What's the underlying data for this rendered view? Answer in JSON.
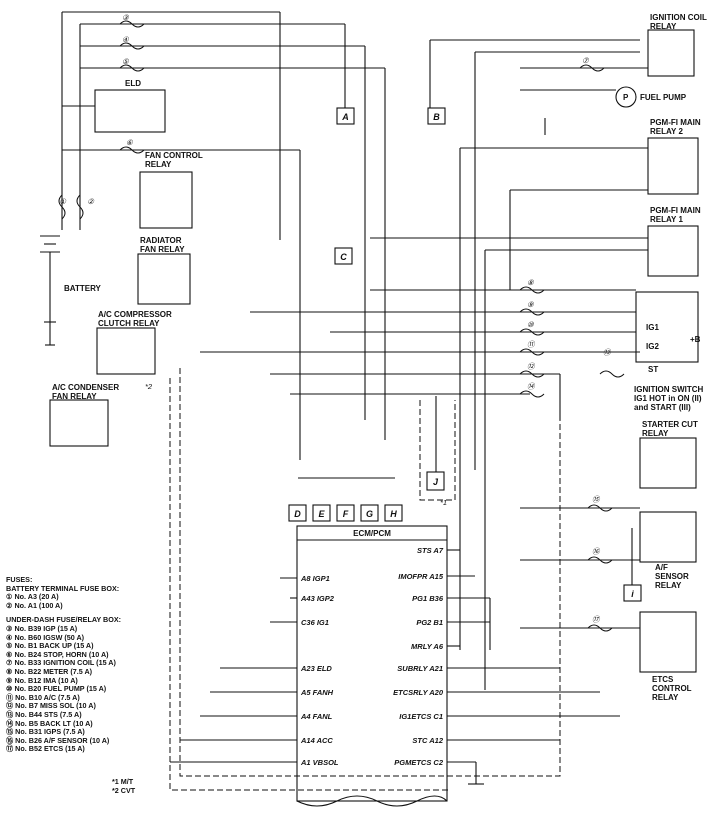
{
  "components": {
    "ignition_coil_relay": [
      "IGNITION COIL",
      "RELAY"
    ],
    "fuel_pump": "FUEL PUMP",
    "fuel_pump_symbol": "P",
    "pgm_fi_main_relay_2": [
      "PGM-FI MAIN",
      "RELAY 2"
    ],
    "pgm_fi_main_relay_1": [
      "PGM-FI MAIN",
      "RELAY 1"
    ],
    "eld": "ELD",
    "fan_control_relay": [
      "FAN CONTROL",
      "RELAY"
    ],
    "radiator_fan_relay": [
      "RADIATOR",
      "FAN RELAY"
    ],
    "battery": "BATTERY",
    "ac_compressor_clutch_relay": [
      "A/C COMPRESSOR",
      "CLUTCH RELAY"
    ],
    "ac_condenser_fan_relay": [
      "A/C CONDENSER",
      "FAN RELAY"
    ],
    "ignition_switch": [
      "IGNITION SWITCH",
      "IG1 HOT in ON (II)",
      "and START (III)"
    ],
    "ignition_switch_terminals": [
      "IG1",
      "IG2",
      "ST",
      "+B"
    ],
    "starter_cut_relay": [
      "STARTER CUT",
      "RELAY"
    ],
    "af_sensor_relay": [
      "A/F",
      "SENSOR",
      "RELAY"
    ],
    "etcs_control_relay": [
      "ETCS",
      "CONTROL",
      "RELAY"
    ],
    "ecm_pcm": "ECM/PCM"
  },
  "connectors": [
    "A",
    "B",
    "C",
    "D",
    "E",
    "F",
    "G",
    "H",
    "J",
    "i"
  ],
  "ecm_pins_left": [
    "A8 IGP1",
    "A43 IGP2",
    "C36 IG1",
    "A23 ELD",
    "A5 FANH",
    "A4 FANL",
    "A14 ACC",
    "A1 VBSOL"
  ],
  "ecm_pins_right": [
    "STS A7",
    "IMOFPR A15",
    "PG1 B36",
    "PG2 B1",
    "MRLY A6",
    "SUBRLY A21",
    "ETCSRLY A20",
    "IG1ETCS C1",
    "STC A12",
    "PGMETCS C2"
  ],
  "fuse_numbers": [
    "①",
    "②",
    "③",
    "④",
    "⑤",
    "⑥",
    "⑦",
    "⑧",
    "⑨",
    "⑩",
    "⑪",
    "⑫",
    "⑬",
    "⑭",
    "⑮",
    "⑯",
    "⑰"
  ],
  "variant_marks": [
    "*1",
    "*2"
  ],
  "legend": {
    "title": "FUSES:",
    "battery_box_title": "BATTERY TERMINAL FUSE BOX:",
    "battery_box": [
      "① No. A3 (20 A)",
      "② No. A1 (100 A)"
    ],
    "underdash_title": "UNDER-DASH FUSE/RELAY BOX:",
    "underdash": [
      "③ No. B39 IGP (15 A)",
      "④ No. B60 IGSW (50 A)",
      "⑤ No. B1 BACK UP (15 A)",
      "⑥ No. B24 STOP, HORN (10 A)",
      "⑦ No. B33 IGNITION COIL (15 A)",
      "⑧ No. B22 METER (7.5 A)",
      "⑨ No. B12 IMA (10 A)",
      "⑩ No. B20 FUEL PUMP (15 A)",
      "⑪ No. B10 A/C (7.5 A)",
      "⑫ No. B7 MISS SOL (10 A)",
      "⑬ No. B44 STS (7.5 A)",
      "⑭ No. B5 BACK LT (10 A)",
      "⑮ No. B31 IGPS (7.5 A)",
      "⑯ No. B26 A/F SENSOR (10 A)",
      "⑰ No. B52 ETCS (15 A)"
    ]
  },
  "footnotes": [
    "*1  M/T",
    "*2  CVT"
  ]
}
